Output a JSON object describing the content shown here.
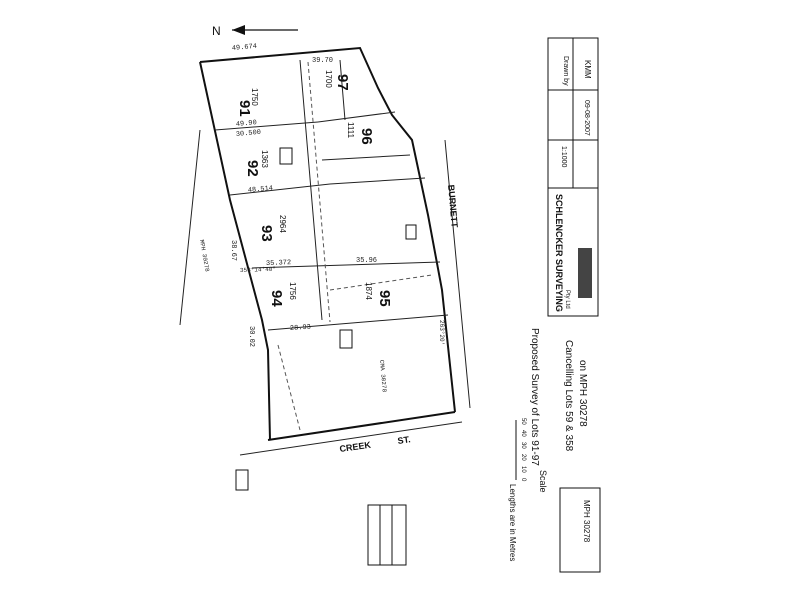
{
  "north_label": "N",
  "lots": [
    {
      "number": "91",
      "area": "1750"
    },
    {
      "number": "92",
      "area": "1363"
    },
    {
      "number": "93",
      "area": "2964"
    },
    {
      "number": "94",
      "area": "1756"
    },
    {
      "number": "95",
      "area": "1874"
    },
    {
      "number": "96",
      "area": "1111"
    },
    {
      "number": "97",
      "area": "1700"
    }
  ],
  "roads": {
    "street_right": "BURNETT",
    "street_bottom": "CREEK",
    "street_suffix": "ST."
  },
  "title_block": {
    "company": "SCHLENCKER SURVEYING",
    "company_suffix": "Pty Ltd",
    "title_line1": "Proposed Survey of Lots 91-97",
    "title_line2": "Cancelling Lots 59 & 358",
    "title_line3": "on MPH 30278",
    "lengths_note": "Lengths are in Metres",
    "scale_label": "Scale",
    "scale_ticks": [
      "0",
      "10",
      "20",
      "30",
      "40",
      "50"
    ],
    "ref_label": "MPH 30278",
    "drawn_by_label": "Drawn by",
    "drawn_by": "KMM",
    "date": "09-08-2007",
    "scale_value": "1:1000"
  },
  "plan_labels": {
    "dim_top": "49.674",
    "dim_top2": "39.70",
    "dim_a": "49.90",
    "dim_b": "30.500",
    "dim_c": "48.514",
    "dim_d": "35.372",
    "dim_e": "35.96",
    "dim_f": "28.93",
    "dim_g": "38.67",
    "dim_h": "30.02",
    "bearing_1": "353°14'40\"",
    "bearing_2": "263°20'",
    "note_1": "MPH 30278",
    "note_2": "CMA 30278"
  }
}
